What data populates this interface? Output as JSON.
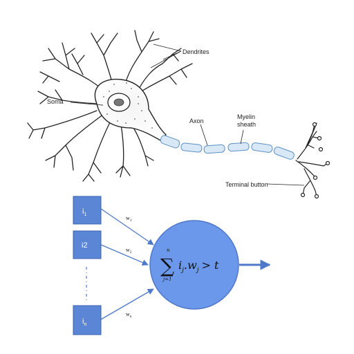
{
  "neuron": {
    "labels": {
      "dendrites": "Dendrites",
      "soma": "Soma",
      "axon": "Axon",
      "myelin_line1": "Myelin",
      "myelin_line2": "sheath",
      "terminal": "Terminal button"
    }
  },
  "perceptron": {
    "inputs": [
      {
        "base": "i",
        "sub": "1"
      },
      {
        "base": "i2",
        "sub": ""
      },
      {
        "base": "i",
        "sub": "n"
      }
    ],
    "weights": [
      {
        "base": "w",
        "sub": "1"
      },
      {
        "base": "w",
        "sub": "2"
      },
      {
        "base": "w",
        "sub": "n"
      }
    ],
    "formula": {
      "sum_symbol": "∑",
      "upper": "n",
      "lower": "j=1",
      "i": "i",
      "i_sub": "j",
      "dot": ".",
      "w": "w",
      "w_sub": "j",
      "op": "> t"
    }
  },
  "colors": {
    "box_fill": "#5b86d6",
    "box_stroke": "#3a62b0",
    "circle_fill": "#6b98ea",
    "circle_stroke": "#4f79c8",
    "arrow": "#4f79c8",
    "myelin_fill": "#d8e8f6",
    "myelin_stroke": "#5a8fc4"
  }
}
